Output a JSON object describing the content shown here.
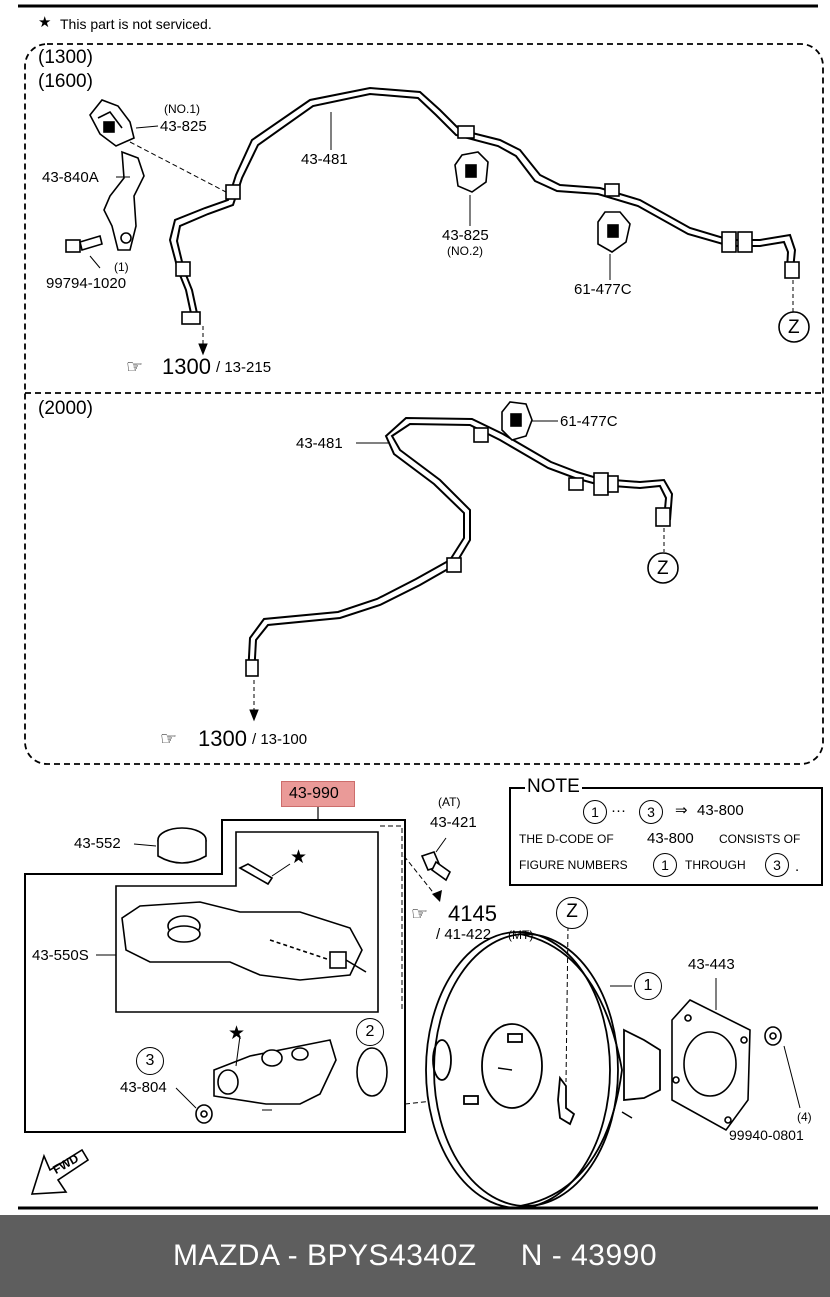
{
  "header": {
    "star_note": "This part is not serviced."
  },
  "section_top": {
    "variants": [
      "(1300)",
      "(1600)"
    ],
    "labels": {
      "no1": "(NO.1)",
      "p43825_a": "43-825",
      "p43840a": "43-840A",
      "p43481": "43-481",
      "p43825_b": "43-825",
      "no2": "(NO.2)",
      "p61477c": "61-477C",
      "p99794": "99794-1020",
      "idx1": "(1)",
      "z": "Z"
    },
    "ref_main": "1300",
    "ref_sub": "/ 13-215"
  },
  "section_mid": {
    "variant": "(2000)",
    "labels": {
      "p43481": "43-481",
      "p61477c": "61-477C",
      "z": "Z"
    },
    "ref_main": "1300",
    "ref_sub": "/ 13-100"
  },
  "section_bottom": {
    "highlight": "43-990",
    "labels": {
      "p43552": "43-552",
      "p43550s": "43-550S",
      "at": "(AT)",
      "p43421": "43-421",
      "ref_main": "4145",
      "ref_sub": "/ 41-422",
      "mt": "(MT)",
      "z": "Z",
      "c1": "1",
      "c2": "2",
      "c3": "3",
      "p43804": "43-804",
      "p43443": "43-443",
      "idx4": "(4)",
      "p99940": "99940-0801",
      "fwd": "FWD"
    }
  },
  "note": {
    "title": "NOTE",
    "line1_a": "1",
    "line1_dots": "···",
    "line1_b": "3",
    "line1_arrow": "⇒",
    "line1_part": "43-800",
    "line2_a": "THE D-CODE OF",
    "line2_part": "43-800",
    "line2_b": "CONSISTS OF",
    "line3_a": "FIGURE NUMBERS",
    "line3_c1": "1",
    "line3_b": "THROUGH",
    "line3_c3": "3",
    "line3_end": "."
  },
  "footer": {
    "text": "MAZDA - BPYS4340Z     N - 43990"
  }
}
